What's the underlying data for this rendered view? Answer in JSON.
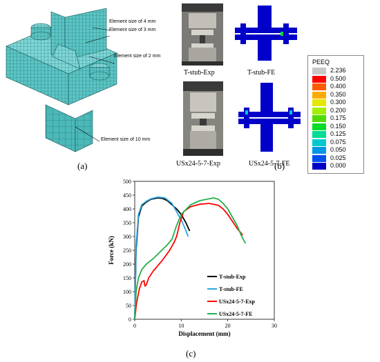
{
  "panel_a": {
    "label": "(a)",
    "notes": [
      "Element size of 4 mm",
      "Element size of 3 mm",
      "Element size of 2 mm",
      "Element size of 10 mm"
    ]
  },
  "panel_b": {
    "label": "(b)",
    "captions": [
      "T-stub-Exp",
      "T-stub-FE",
      "USx24-5-7-Exp",
      "USx24-5-7-FE"
    ],
    "legend": {
      "title": "PEEQ",
      "values": [
        "2.236",
        "0.500",
        "0.400",
        "0.350",
        "0.300",
        "0.200",
        "0.175",
        "0.150",
        "0.125",
        "0.075",
        "0.050",
        "0.025",
        "0.000"
      ],
      "colors": [
        "#c8c8c8",
        "#ff0000",
        "#ff5a00",
        "#ffaa00",
        "#e6e600",
        "#a0f000",
        "#50dc00",
        "#00dc28",
        "#00dc96",
        "#00c8d2",
        "#0096e6",
        "#0050f0",
        "#0000c8"
      ]
    }
  },
  "panel_c": {
    "label": "(c)"
  },
  "chart_data": {
    "type": "line",
    "xlabel": "Displacement (mm)",
    "ylabel": "Force (kN)",
    "xlim": [
      0,
      30
    ],
    "ylim": [
      0,
      500
    ],
    "xticks": [
      "0",
      "10",
      "20",
      "30"
    ],
    "yticks": [
      "0",
      "50",
      "100",
      "150",
      "200",
      "250",
      "300",
      "350",
      "400",
      "450",
      "500"
    ],
    "legend_position": "bottom-right",
    "series": [
      {
        "name": "T-stub-Exp",
        "color": "#000000",
        "x": [
          0,
          0.3,
          0.8,
          1.5,
          2.5,
          3.5,
          5,
          6,
          7,
          8,
          9,
          10,
          11,
          11.8
        ],
        "y": [
          0,
          250,
          370,
          410,
          425,
          435,
          440,
          438,
          430,
          415,
          400,
          380,
          350,
          320
        ]
      },
      {
        "name": "T-stub-FE",
        "color": "#2aa8e0",
        "x": [
          0,
          0.3,
          0.8,
          1.5,
          2.5,
          3.5,
          5,
          6.5,
          8,
          9,
          10,
          10.8,
          11.5
        ],
        "y": [
          0,
          270,
          380,
          415,
          428,
          437,
          443,
          440,
          420,
          390,
          360,
          330,
          300
        ]
      },
      {
        "name": "USx24-5-7-Exp",
        "color": "#ff0000",
        "x": [
          0,
          0.4,
          1,
          1.5,
          2,
          2.2,
          2.5,
          3,
          4,
          6,
          7.5,
          8.5,
          9,
          9.7,
          10.5,
          12,
          14,
          16,
          18,
          19,
          20,
          21,
          22,
          23.2
        ],
        "y": [
          0,
          60,
          110,
          135,
          140,
          120,
          125,
          150,
          175,
          215,
          250,
          280,
          300,
          350,
          390,
          408,
          417,
          420,
          413,
          400,
          380,
          355,
          330,
          305
        ]
      },
      {
        "name": "USx24-5-7-FE",
        "color": "#22b04b",
        "x": [
          0,
          0.3,
          0.8,
          1.5,
          2.5,
          4,
          5.5,
          7,
          8,
          9,
          10,
          12,
          14,
          16,
          17,
          18,
          19,
          20,
          21,
          22,
          23,
          23.8
        ],
        "y": [
          0,
          100,
          150,
          180,
          200,
          220,
          245,
          270,
          290,
          340,
          380,
          415,
          430,
          437,
          440,
          435,
          420,
          400,
          370,
          340,
          300,
          275
        ]
      }
    ]
  }
}
